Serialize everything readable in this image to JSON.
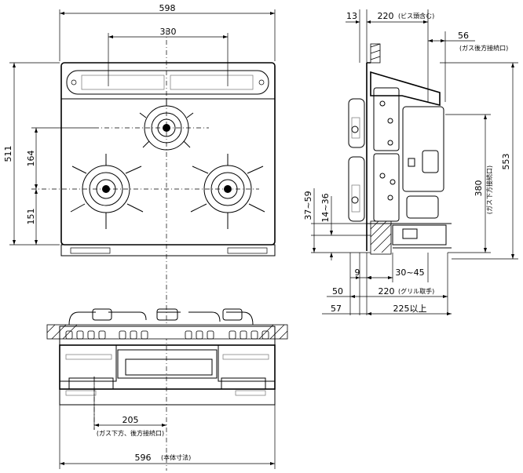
{
  "top_view": {
    "width": "598",
    "burner_spacing": "330",
    "height": "511",
    "front_burner_offset": "164",
    "front_burner_to_edge": "151"
  },
  "side_view": {
    "dim_top_13": "13",
    "dim_top_220": "220",
    "note_220": "(ビス頭含む)",
    "dim_56": "56",
    "note_56": "(ガス後方接続口)",
    "dim_380": "380",
    "note_380": "(ガス下方接続口)",
    "dim_553": "553",
    "dim_37_59": "37~59",
    "dim_14_36": "14~36",
    "dim_9": "9",
    "dim_30_45": "30~45",
    "dim_50": "50",
    "dim_220_bottom": "220",
    "note_220_bottom": "(グリル取手)",
    "dim_57": "57",
    "dim_225": "225以上"
  },
  "front_view": {
    "dim_205": "205",
    "note_205": "(ガス下方、後方接続口)",
    "dim_596": "596",
    "note_596": "(本体寸法)"
  }
}
